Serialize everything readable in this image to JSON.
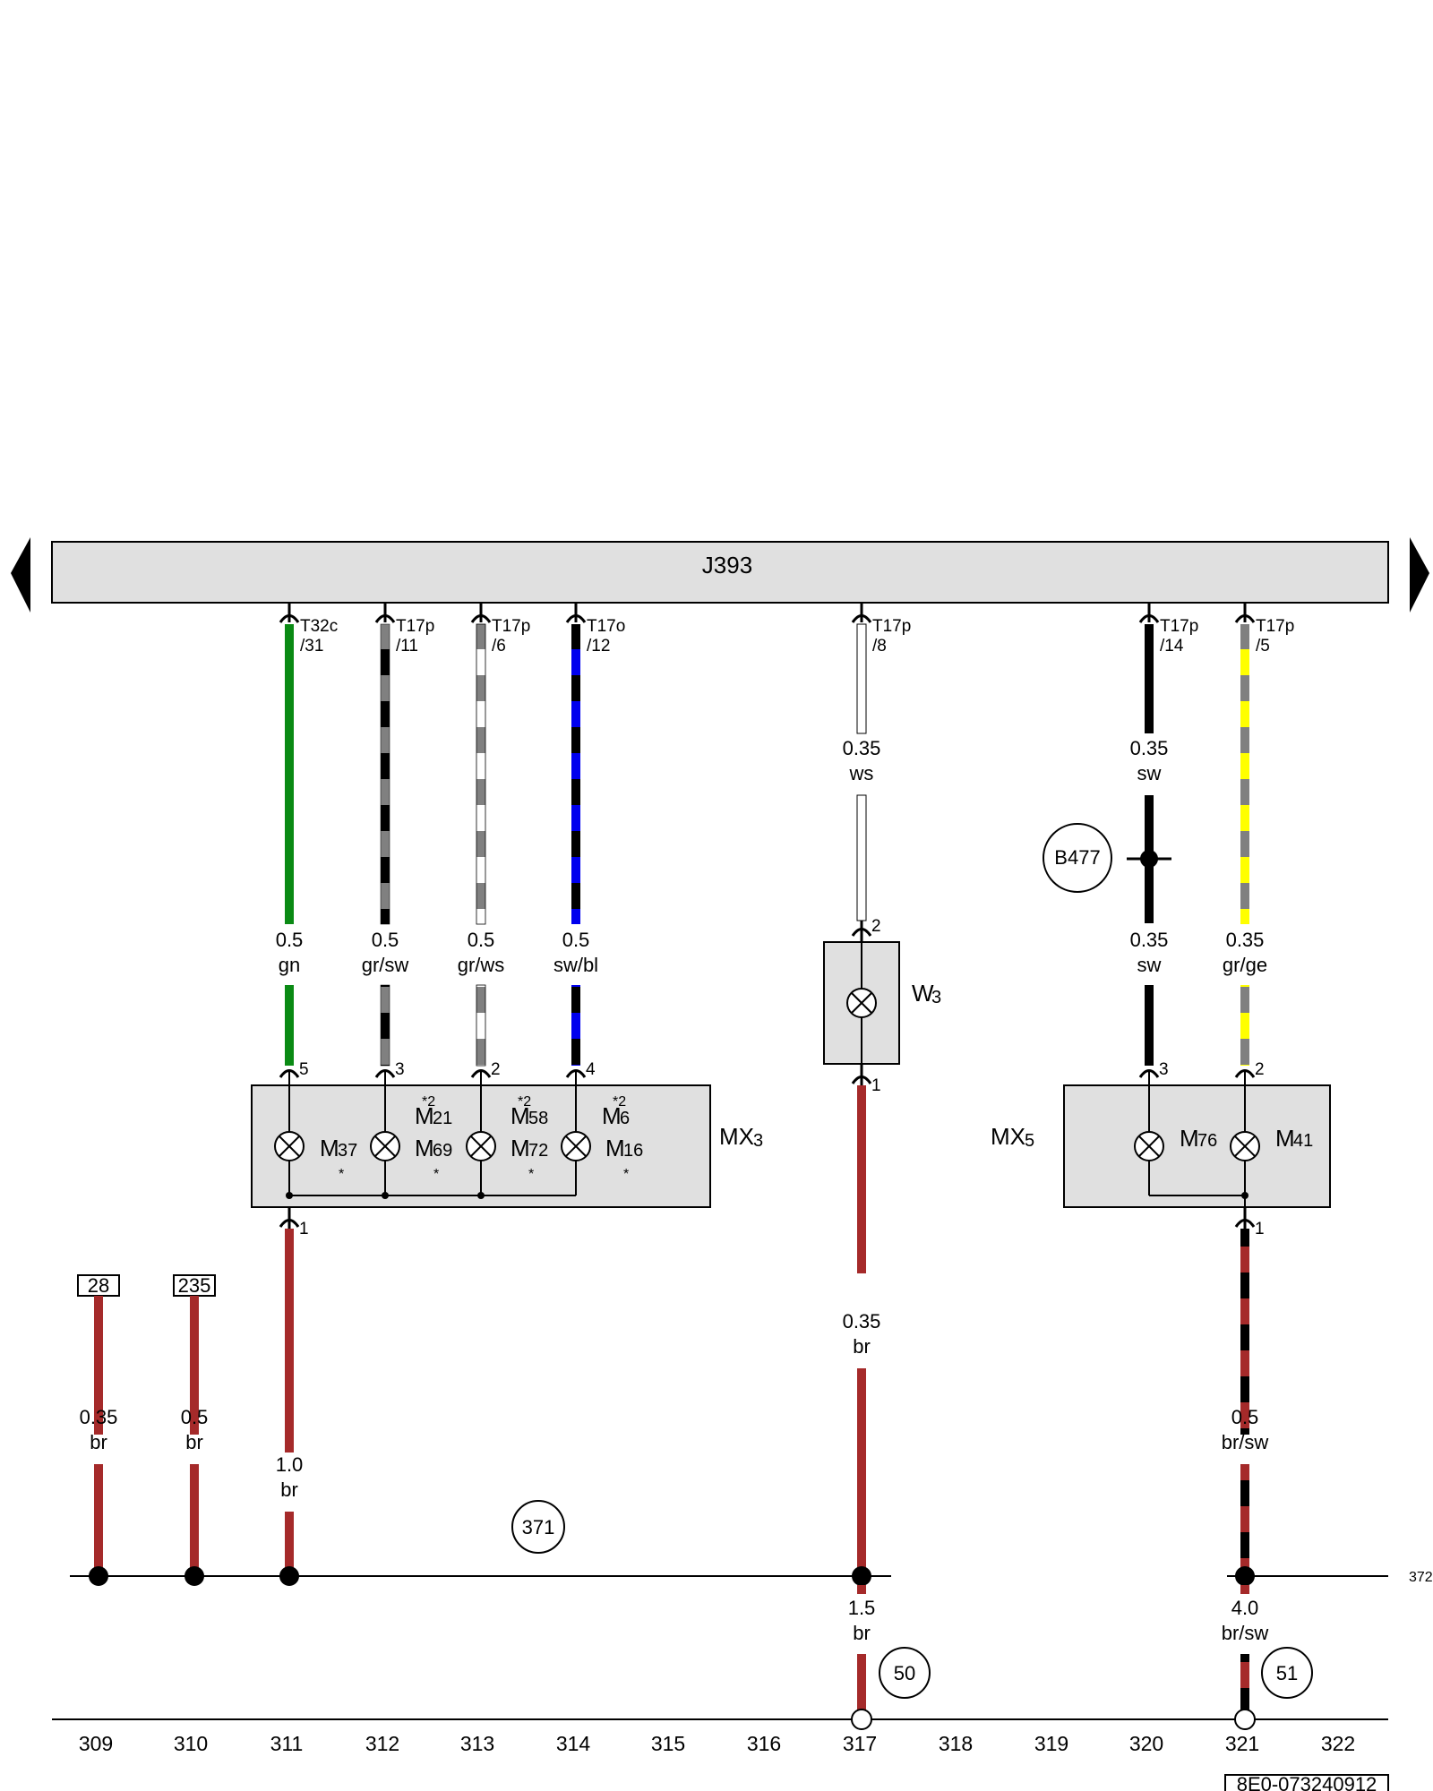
{
  "header": {
    "component": "J393"
  },
  "connectors": [
    {
      "id": "c311",
      "name": "T32c",
      "pin": "/31"
    },
    {
      "id": "c312",
      "name": "T17p",
      "pin": "/11"
    },
    {
      "id": "c313",
      "name": "T17p",
      "pin": "/6"
    },
    {
      "id": "c314",
      "name": "T17o",
      "pin": "/12"
    },
    {
      "id": "c317",
      "name": "T17p",
      "pin": "/8"
    },
    {
      "id": "c320",
      "name": "T17p",
      "pin": "/14"
    },
    {
      "id": "c321",
      "name": "T17p",
      "pin": "/5"
    }
  ],
  "wires_upper": [
    {
      "size": "0.35",
      "color": "ws"
    },
    {
      "size": "0.35",
      "color": "sw"
    }
  ],
  "wires_mid": [
    {
      "size": "0.5",
      "color": "gn"
    },
    {
      "size": "0.5",
      "color": "gr/sw"
    },
    {
      "size": "0.5",
      "color": "gr/ws"
    },
    {
      "size": "0.5",
      "color": "sw/bl"
    },
    {
      "size": "0.35",
      "color": "sw"
    },
    {
      "size": "0.35",
      "color": "gr/ge"
    }
  ],
  "wires_lower": [
    {
      "size": "0.35",
      "color": "br"
    },
    {
      "size": "0.5",
      "color": "br"
    },
    {
      "size": "1.0",
      "color": "br"
    },
    {
      "size": "0.35",
      "color": "br"
    },
    {
      "size": "0.5",
      "color": "br/sw"
    }
  ],
  "wires_bottom": [
    {
      "size": "1.5",
      "color": "br"
    },
    {
      "size": "4.0",
      "color": "br/sw"
    }
  ],
  "components": {
    "w3": {
      "label": "W",
      "sub": "3",
      "pin_top": "2",
      "pin_bottom": "1"
    },
    "mx3": {
      "label": "MX",
      "sub": "3"
    },
    "mx5": {
      "label": "MX",
      "sub": "5"
    },
    "b477": "B477",
    "ref_371": "371",
    "ref_50": "50",
    "ref_51": "51",
    "ref_372": "372",
    "box_28": "28",
    "box_235": "235"
  },
  "mx3_pins": {
    "p5": "5",
    "p3": "3",
    "p2": "2",
    "p4": "4",
    "p1": "1"
  },
  "mx5_pins": {
    "p3": "3",
    "p2": "2",
    "p1": "1"
  },
  "bulbs_mx3": [
    {
      "top": "",
      "main": "M",
      "sub": "37",
      "star": "*"
    },
    {
      "top": "*2",
      "main": "M",
      "sub": "21",
      "main2": "M",
      "sub2": "69",
      "star": "*"
    },
    {
      "top": "*2",
      "main": "M",
      "sub": "58",
      "main2": "M",
      "sub2": "72",
      "star": "*"
    },
    {
      "top": "*2",
      "main": "M",
      "sub": "6",
      "main2": "M",
      "sub2": "16",
      "star": "*"
    }
  ],
  "bulbs_mx5": [
    {
      "main": "M",
      "sub": "76"
    },
    {
      "main": "M",
      "sub": "41"
    }
  ],
  "grid_numbers": [
    "309",
    "310",
    "311",
    "312",
    "313",
    "314",
    "315",
    "316",
    "317",
    "318",
    "319",
    "320",
    "321",
    "322"
  ],
  "footer": {
    "doc_id": "8E0-073240912"
  },
  "colors": {
    "gn": "#0a8a14",
    "gr": "#808080",
    "sw": "#000000",
    "ws": "#ffffff",
    "bl": "#0000ee",
    "ge": "#ffff00",
    "br": "#a52a2a",
    "box_fill": "#e0e0e0"
  }
}
